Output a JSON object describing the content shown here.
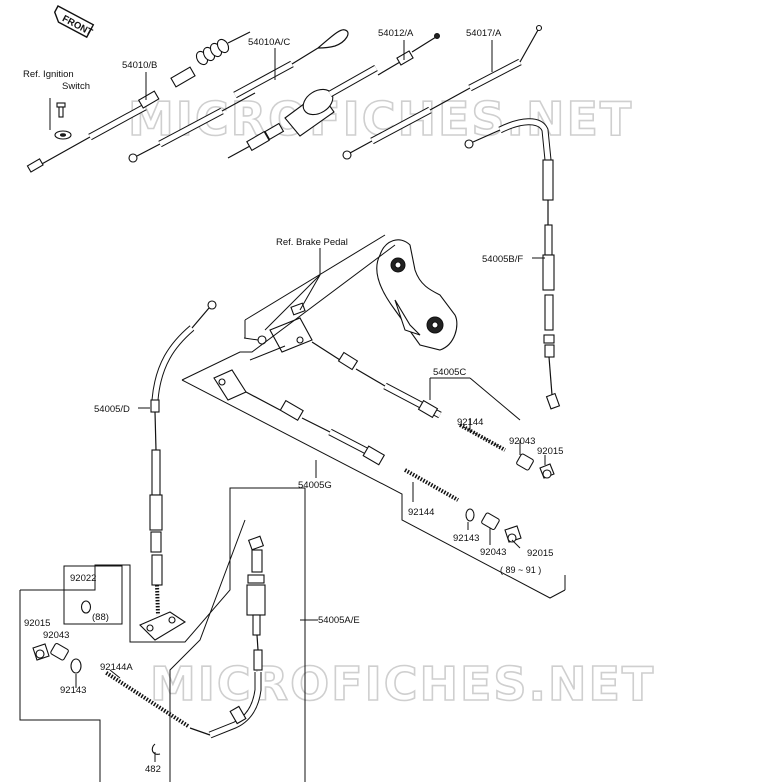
{
  "watermark": "MICROFICHES.NET",
  "front_tag": "FRONT",
  "labels": {
    "p54010B": "54010/B",
    "p54010AC": "54010A/C",
    "p54012A": "54012/A",
    "p54017A": "54017/A",
    "ref_ignition_1": "Ref. Ignition",
    "ref_ignition_2": "Switch",
    "ref_brake_pedal": "Ref. Brake Pedal",
    "p54005BF": "54005B/F",
    "p54005C": "54005C",
    "p92144_c": "92144",
    "p92043_c": "92043",
    "p92015_c": "92015",
    "p54005D": "54005/D",
    "p54005G": "54005G",
    "p92144_g": "92144",
    "p92143_g": "92143",
    "p92043_g": "92043",
    "p92015_g": "92015",
    "years": "( 89 ~ 91 )",
    "p92022": "92022",
    "p88": "(88)",
    "p54005AE": "54005A/E",
    "p92015_l": "92015",
    "p92043_l": "92043",
    "p92144A": "92144A",
    "p92143_l": "92143",
    "p482": "482"
  }
}
